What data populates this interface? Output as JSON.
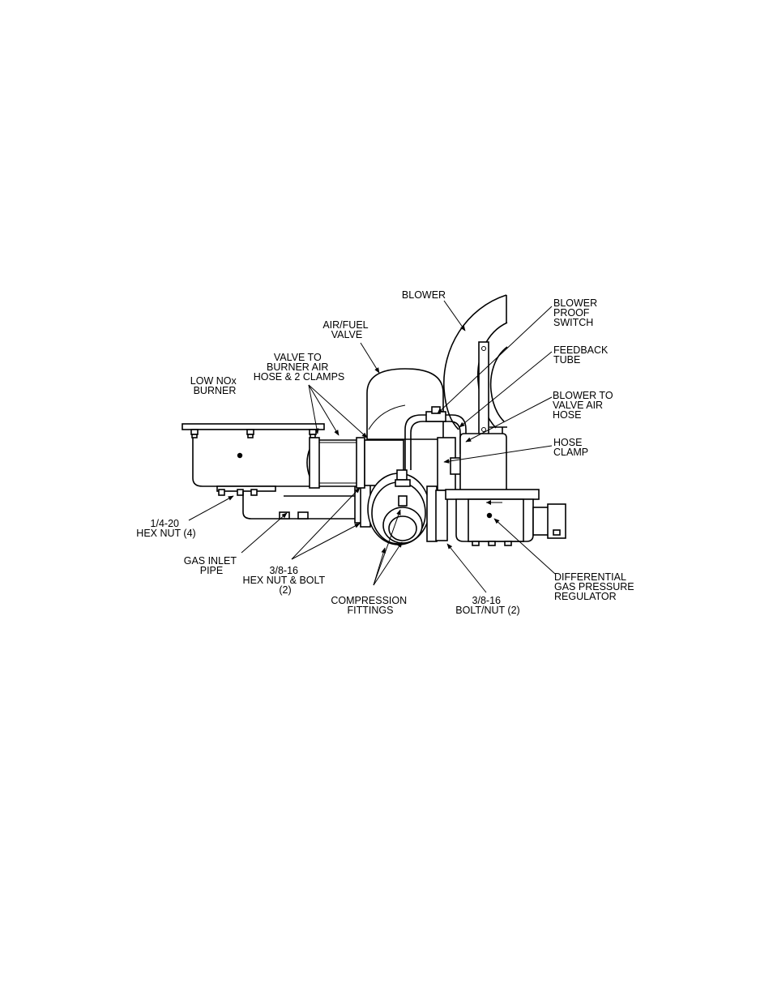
{
  "colors": {
    "ink": "#000000",
    "paper": "#ffffff"
  },
  "labels": {
    "blower": [
      "BLOWER"
    ],
    "blower_proof_switch": [
      "BLOWER",
      "PROOF",
      "SWITCH"
    ],
    "air_fuel_valve": [
      "AIR/FUEL",
      "VALVE"
    ],
    "feedback_tube": [
      "FEEDBACK",
      "TUBE"
    ],
    "valve_to_burner_air_hose": [
      "VALVE TO",
      "BURNER AIR",
      "HOSE & 2 CLAMPS"
    ],
    "low_nox_burner": [
      "LOW NOx",
      "BURNER"
    ],
    "blower_to_valve_air_hose": [
      "BLOWER TO",
      "VALVE AIR",
      "HOSE"
    ],
    "hose_clamp": [
      "HOSE",
      "CLAMP"
    ],
    "hex_nut_1420": [
      "1/4-20",
      "HEX NUT (4)"
    ],
    "gas_inlet_pipe": [
      "GAS INLET",
      "PIPE"
    ],
    "hex_nut_bolt_3816": [
      "3/8-16",
      "HEX NUT & BOLT",
      "(2)"
    ],
    "compression_fittings": [
      "COMPRESSION",
      "FITTINGS"
    ],
    "bolt_nut_3816": [
      "3/8-16",
      "BOLT/NUT (2)"
    ],
    "differential_gas_pressure_regulator": [
      "DIFFERENTIAL",
      "GAS PRESSURE",
      "REGULATOR"
    ]
  }
}
